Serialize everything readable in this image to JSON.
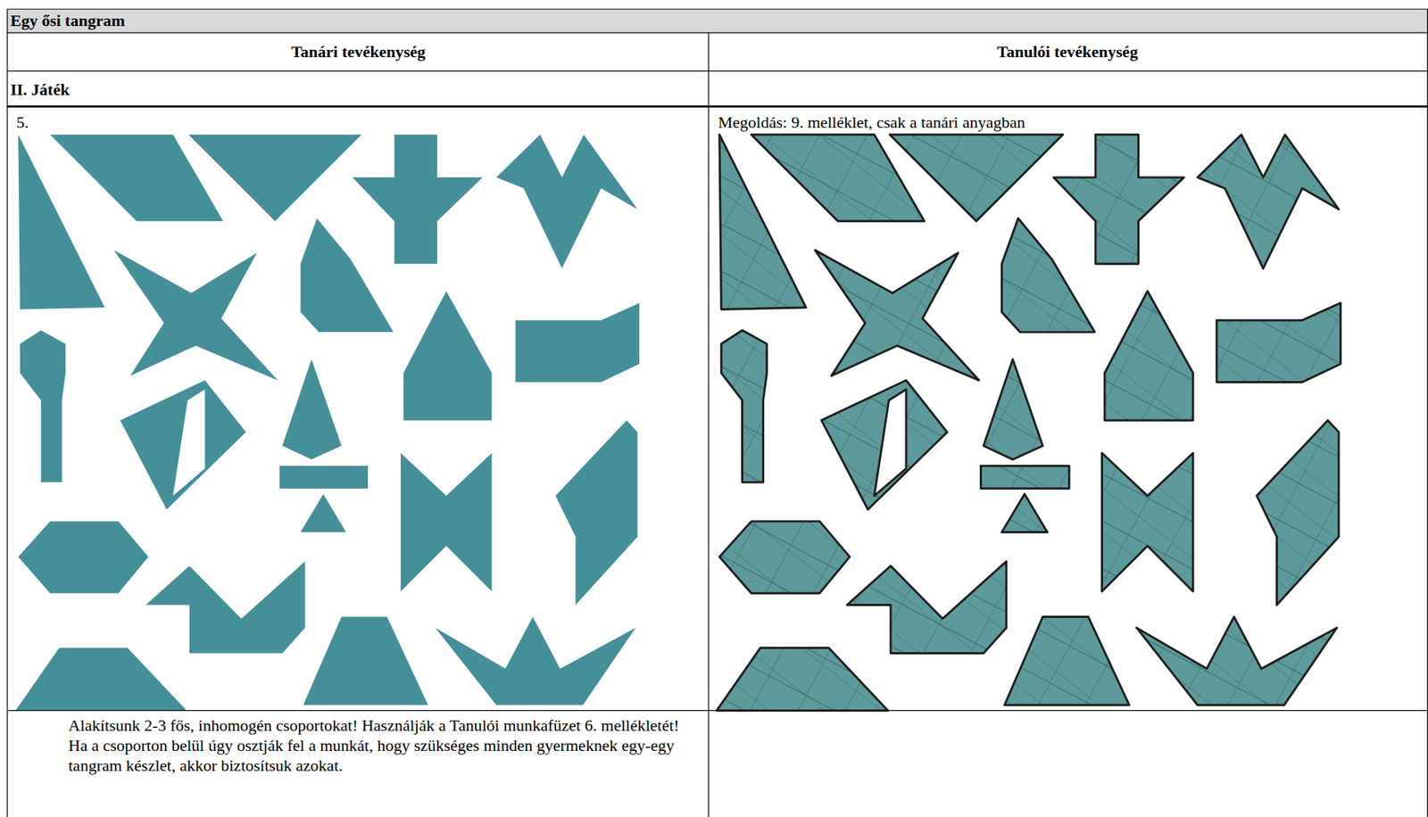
{
  "diagram": {
    "title": "Egy ősi tangram",
    "labels": [
      "Tanári tevékenység",
      "Tanulói tevékenység",
      "II. Játék",
      "5.",
      "Megoldás: 9. melléklet, csak a tanári anyagban",
      "Alakítsunk 2-3 fős, inhomogén csoportokat! Használják a Tanulói munkafüzet 6. mellékletét! Ha a csoporton belül úgy osztják fel a munkát, hogy szükséges minden gyermeknek egy-egy tangram készlet, akkor biztosítsuk azokat."
    ]
  }
}
